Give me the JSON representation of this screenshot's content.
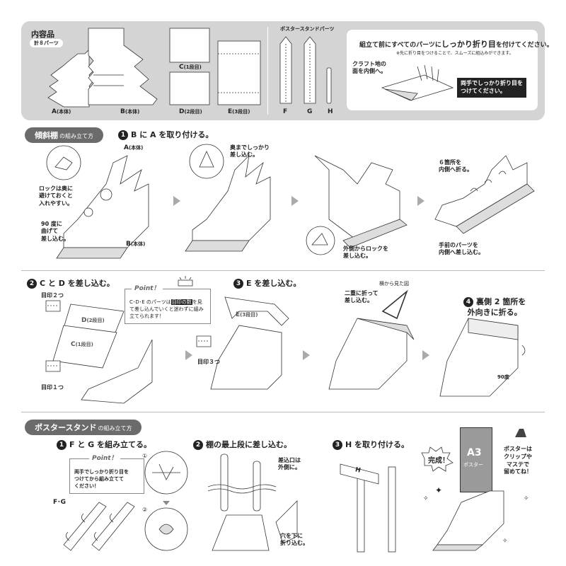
{
  "top": {
    "contents_title": "内容品",
    "parts_count": "計８パーツ",
    "labels": {
      "a": "A",
      "a_sub": "(本体)",
      "b": "B",
      "b_sub": "(本体)",
      "c": "C",
      "c_sub": "(1段目)",
      "d": "D",
      "d_sub": "(2段目)",
      "e": "E",
      "e_sub": "(3段目)",
      "f": "F",
      "g": "G",
      "h": "H"
    },
    "poster_parts_title": "ポスタースタンドパーツ",
    "fold_instruction_pre": "組立て前にすべてのパーツに",
    "fold_instruction_bold": "しっかり折り目",
    "fold_instruction_post": "を付けてください。",
    "fold_note": "※先に折り目をつけることで、スムーズに組込みができます。",
    "kraft_note": "クラフト地の\n面を内側へ。",
    "both_hands_note": "両手でしっかり折り目を\nつけてください。"
  },
  "shelf": {
    "section_title": "傾斜棚",
    "section_sub": "の組み立て方",
    "step1_num": "1",
    "step1_text": "B に A を取り付ける。",
    "label_a": "A",
    "label_a_sub": "(本体)",
    "label_b": "B",
    "label_b_sub": "(本体)",
    "lock_note": "ロックは奥に\n避けておくと\n入れやすい。",
    "bend_note": "90 度に\n曲げて\n差し込む。",
    "push_in_note": "奥までしっかり\n差し込む。",
    "lock_outside_note": "外側からロックを\n差し込む。",
    "fold_six_note": "６箇所を\n内側へ折る。",
    "front_parts_note": "手前のパーツを\n内側へ差し込む。",
    "step2_num": "2",
    "step2_text": "C と D を差し込む。",
    "point_label": "Point！",
    "point_text_pre": "C･D･E のパーツは",
    "point_text_hl": "目印の数",
    "point_text_post": "を見て差し込んでいくと迷わずに組み立てられます！",
    "mark_two": "目印２つ",
    "mark_one": "目印１つ",
    "label_c": "C",
    "label_c_sub": "(1段目)",
    "label_d": "D",
    "label_d_sub": "(2段目)",
    "step3_num": "3",
    "step3_text": "E を差し込む。",
    "label_e": "E",
    "label_e_sub": "(3段目)",
    "mark_three": "目印３つ",
    "side_view": "横から見た図",
    "double_fold_note": "二重に折って\n差し込む。",
    "step4_num": "4",
    "step4_text": "裏側 2 箇所を\n外向きに折る。",
    "ninety": "90度"
  },
  "poster": {
    "section_title": "ポスタースタンド",
    "section_sub": "の組み立て方",
    "step1_num": "1",
    "step1_text": "F と G を組み立てる。",
    "point_label": "Point！",
    "point_text": "両手でしっかり折り目を\nつけてから組み立てて\nください！",
    "fg_label": "F･G",
    "sub1": "①",
    "sub2": "②",
    "step2_num": "2",
    "step2_text": "棚の最上段に差し込む。",
    "slot_note": "差込口は\n外側に。",
    "hole_note": "穴を下に\n折り込む。",
    "step3_num": "3",
    "step3_text": "H を取り付ける。",
    "label_h": "H",
    "done": "完成！",
    "poster_a3": "A3",
    "poster_word": "ポスター",
    "clip_note": "ポスターは\nクリップや\nマステで\n留めてね！"
  }
}
